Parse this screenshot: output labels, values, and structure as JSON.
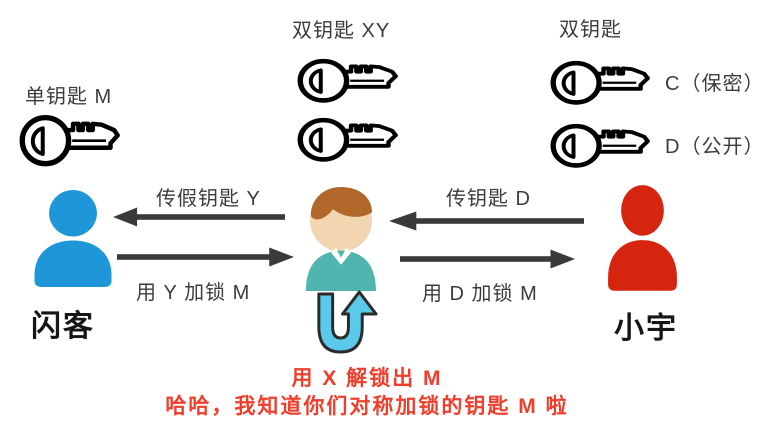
{
  "palette": {
    "arrow": "#3a3a3a",
    "text_gray": "#3c3c3c",
    "red_text": "#ee3e2c",
    "person_left": "#1e96d8",
    "person_right": "#d6250f",
    "shirt_teal": "#4fb5ae",
    "face_skin": "#f2d6b2",
    "hair_brown": "#b2672a",
    "uturn_cyan": "#5bc9e9"
  },
  "icons": {
    "key": "key-icon",
    "actor_left": "person-icon",
    "actor_right": "person-icon",
    "middleman": "person-avatar-icon",
    "uturn": "u-turn-arrow-icon",
    "arrow": "arrow-icon"
  },
  "key_groups": {
    "single": {
      "label": "单钥匙 M"
    },
    "double_xy": {
      "label": "双钥匙 XY"
    },
    "double_cd": {
      "label": "双钥匙",
      "key_c_tag": "C（保密）",
      "key_d_tag": "D（公开）"
    }
  },
  "actors": {
    "left_name": "闪客",
    "right_name": "小宇"
  },
  "messages": {
    "fake_key": "传假钥匙 Y",
    "lock_with_y": "用 Y 加锁 M",
    "send_key_d": "传钥匙 D",
    "lock_with_d": "用 D 加锁 M"
  },
  "caption": {
    "line1": "用 X 解锁出 M",
    "line2": "哈哈，我知道你们对称加锁的钥匙 M 啦"
  }
}
